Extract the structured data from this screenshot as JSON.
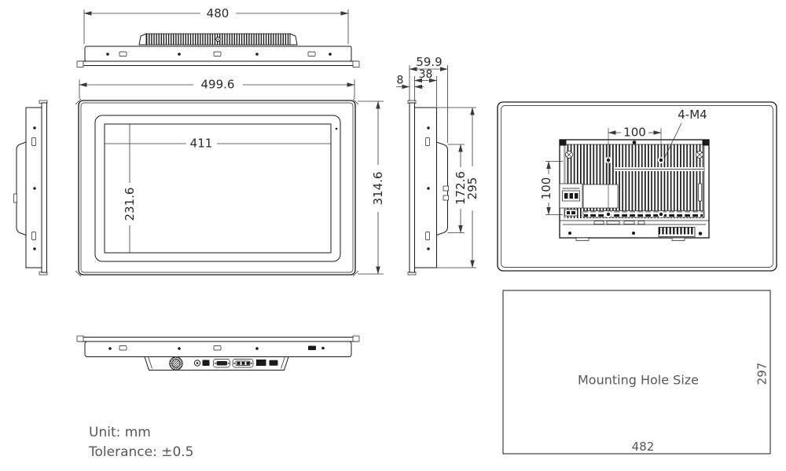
{
  "views": {
    "top": {
      "overall_width": "480"
    },
    "front": {
      "overall_width": "499.6",
      "overall_height": "314.6",
      "display_width": "411",
      "display_height": "231.6"
    },
    "side": {
      "overall_depth": "59.9",
      "body_depth": "38",
      "bezel_thickness": "8",
      "rear_module_height": "172.6",
      "body_height": "295"
    },
    "rear": {
      "vesa_width": "100",
      "vesa_height": "100",
      "vesa_screw_label": "4-M4"
    },
    "mounting_hole": {
      "label": "Mounting Hole Size",
      "width": "482",
      "height": "297"
    },
    "notes": {
      "unit": "Unit: mm",
      "tolerance": "Tolerance: ±0.5"
    }
  },
  "colors": {
    "line": "#1a1a1a",
    "dim_text": "#2b2b2b",
    "gray_text": "#575757"
  }
}
